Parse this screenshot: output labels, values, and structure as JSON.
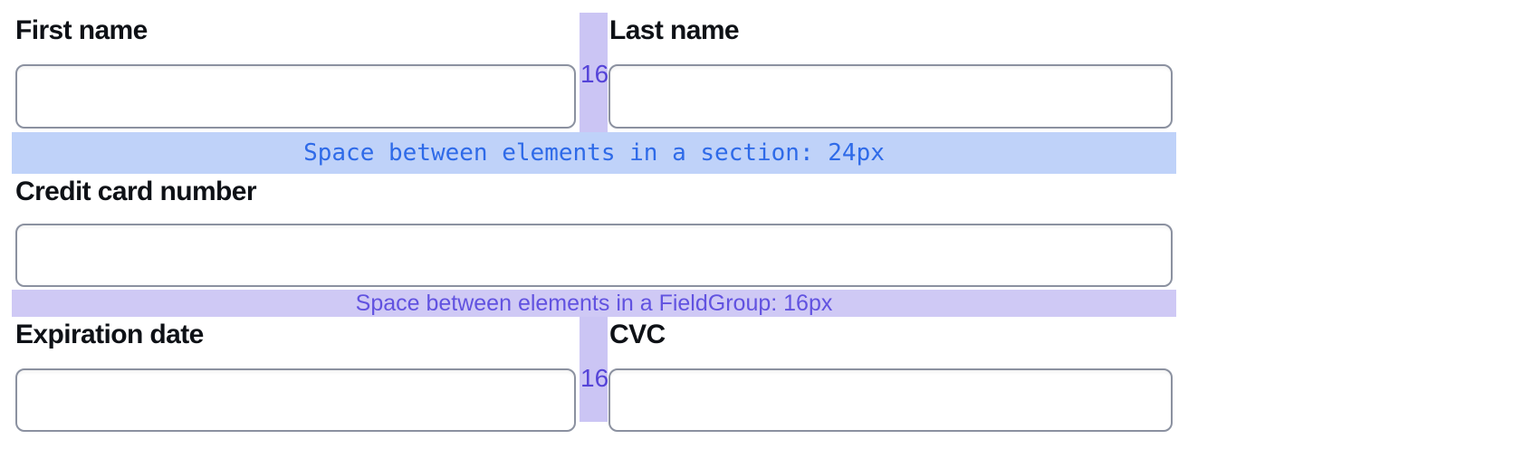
{
  "form": {
    "fields": {
      "first_name": {
        "label": "First name",
        "value": ""
      },
      "last_name": {
        "label": "Last name",
        "value": ""
      },
      "card_number": {
        "label": "Credit card number",
        "value": ""
      },
      "expiration": {
        "label": "Expiration date",
        "value": ""
      },
      "cvc": {
        "label": "CVC",
        "value": ""
      }
    }
  },
  "annotations": {
    "section_band": {
      "text": "Space between elements in a section: 24px",
      "spacing_value": "24px",
      "bg_color": "#bfd2f9",
      "text_color": "#2e6ae8"
    },
    "fieldgroup_band": {
      "text": "Space between elements in a FieldGroup: 16px",
      "spacing_value": "16px",
      "bg_color": "#cfc9f5",
      "text_color": "#6152e0"
    },
    "gap_top": {
      "label": "16"
    },
    "gap_bottom": {
      "label": "16"
    }
  },
  "colors": {
    "background": "#ffffff",
    "label_text": "#0e1116",
    "input_border": "#8b91a0",
    "gap_strip": "#cbc5f4",
    "gap_label_text": "#5544d8"
  }
}
